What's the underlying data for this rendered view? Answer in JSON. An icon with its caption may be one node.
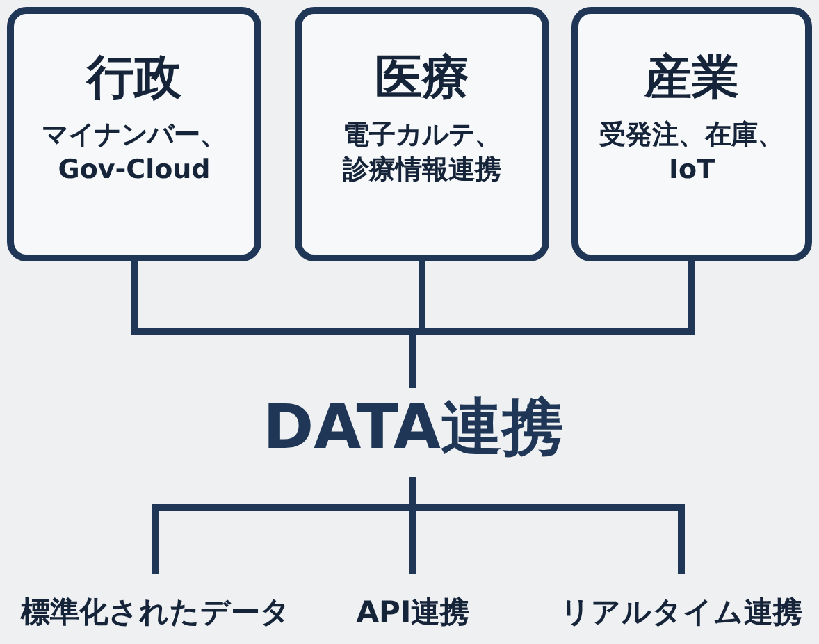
{
  "diagram": {
    "nodes": [
      {
        "text": [
          "行政",
          "マイナンバー、Gov-Cloud"
        ]
      },
      {
        "text": [
          "医療",
          "電子カルテ、診療情報連携"
        ]
      },
      {
        "text": [
          "産業",
          "受発注、在庫、IoT"
        ]
      },
      {
        "text": [
          "DATA連携"
        ]
      },
      {
        "text": [
          "標準化されたデータ"
        ]
      },
      {
        "text": [
          "API連携"
        ]
      },
      {
        "text": [
          "リアルタイム連携"
        ]
      }
    ],
    "edges": [
      {
        "from": 0,
        "to": 3,
        "arrow": "none"
      },
      {
        "from": 1,
        "to": 3,
        "arrow": "none"
      },
      {
        "from": 2,
        "to": 3,
        "arrow": "none"
      },
      {
        "from": 3,
        "to": 4,
        "arrow": "none"
      },
      {
        "from": 3,
        "to": 5,
        "arrow": "none"
      },
      {
        "from": 3,
        "to": 6,
        "arrow": "none"
      }
    ]
  }
}
